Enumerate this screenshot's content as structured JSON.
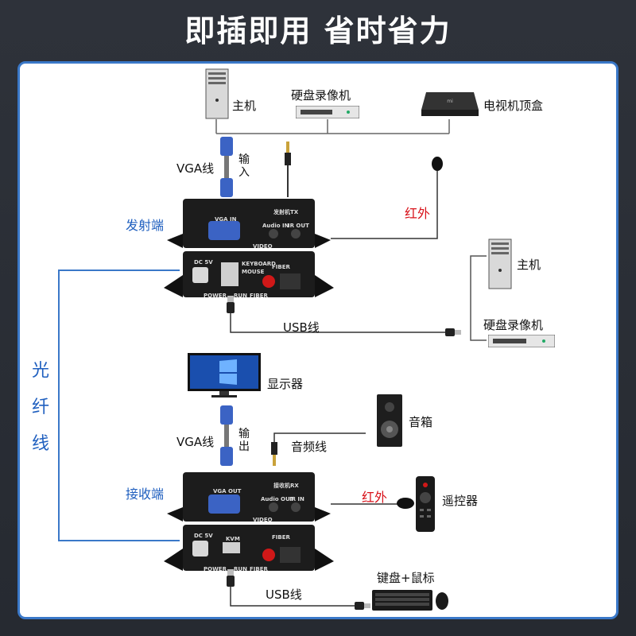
{
  "headline": "即插即用 省时省力",
  "side_label": [
    "光",
    "纤",
    "线"
  ],
  "transmitter": {
    "label": "发射端",
    "host": "主机",
    "dvr": "硬盘录像机",
    "settop": "电视机顶盒",
    "vga": "VGA线",
    "input": [
      "输",
      "入"
    ],
    "ir": "红外",
    "usb": "USB线",
    "host2": "主机",
    "dvr2": "硬盘录像机",
    "panel": {
      "vga_in": "VGA IN",
      "name": "发射机TX",
      "audio_in": "Audio IN",
      "ir_out": "IR OUT",
      "video": "VIDEO",
      "dc": "DC 5V",
      "keyboard": "KEYBOARD",
      "mouse": "MOUSE",
      "fiber": "FIBER",
      "power": "POWER",
      "run": "RUN",
      "fiber_led": "FIBER"
    }
  },
  "receiver": {
    "label": "接收端",
    "monitor": "显示器",
    "vga": "VGA线",
    "output": [
      "输",
      "出"
    ],
    "speaker": "音箱",
    "audio": "音频线",
    "ir": "红外",
    "remote": "遥控器",
    "usb": "USB线",
    "kbm": "键盘+鼠标",
    "panel": {
      "vga_out": "VGA OUT",
      "name": "接收机RX",
      "audio_out": "Audio OUT",
      "ir_in": "IR IN",
      "video": "VIDEO",
      "dc": "DC 5V",
      "kvm": "KVM",
      "fiber": "FIBER",
      "power": "POWER",
      "run": "RUN",
      "fiber_led": "FIBER"
    }
  },
  "colors": {
    "accent": "#3a78c8",
    "label_blue": "#1f5fbf",
    "ir_red": "#d8121a",
    "device": "#1c1c1c"
  }
}
